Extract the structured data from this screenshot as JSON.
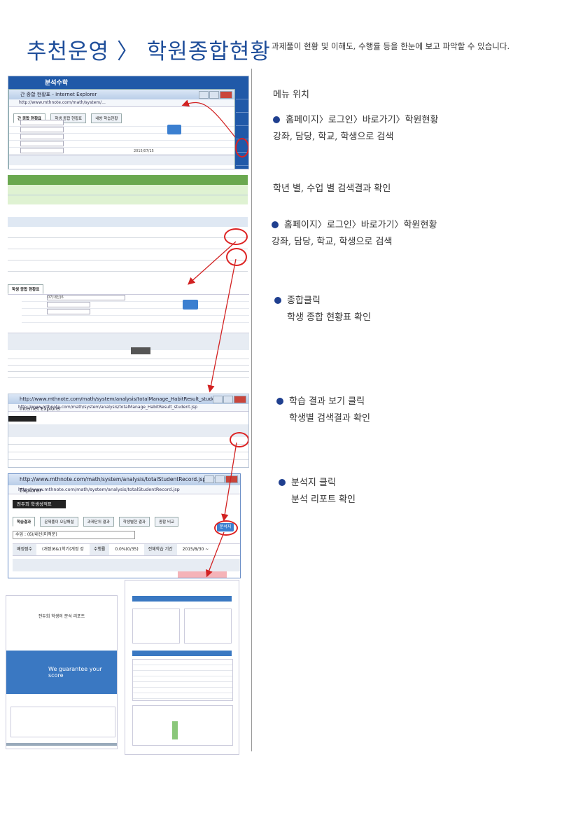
{
  "header": {
    "title": "추천운영 〉 학원종합현황",
    "subtitle": "과제풀이 현황 및 이해도, 수행률 등을 한눈에 보고 파악할 수 있습니다."
  },
  "steps": [
    {
      "lines": [
        "메뉴 위치"
      ],
      "bullet": false
    },
    {
      "lines": [
        "홈페이지〉로그인〉바로가기〉학원현황",
        "강좌, 담당, 학교, 학생으로 검색"
      ],
      "bullet": true
    },
    {
      "lines": [
        "학년 별, 수업 별 검색결과 확인"
      ],
      "bullet": false
    },
    {
      "lines": [
        "홈페이지〉로그인〉바로가기〉학원현황",
        "강좌, 담당, 학교, 학생으로 검색"
      ],
      "bullet": true
    },
    {
      "lines": [
        "종합클릭",
        "학생 종합 현황표 확인"
      ],
      "bullet": true
    },
    {
      "lines": [
        "학습 결과 보기 클릭",
        "학생별 검색결과 확인"
      ],
      "bullet": true
    },
    {
      "lines": [
        "분석지 클릭",
        "분석 리포트 확인"
      ],
      "bullet": true
    }
  ],
  "screens": {
    "s1": {
      "brand": "분석수학",
      "window_title": "간 종합 현황표 - Internet Explorer",
      "url": "http://www.mthnote.com/math/system/...",
      "tabs": [
        "간 종합 현황표",
        "학생 종합 현황표",
        "내방 학습현황"
      ],
      "date": "2015/07/15"
    },
    "s3": {
      "tab": "학생 종합 현황표",
      "search_value": "07(내신)6"
    },
    "s4": {
      "window_title": "http://www.mthnote.com/math/system/analysis/totalManage_HabitResult_student.jsp - Internet Explorer",
      "url": "http://www.mthnote.com/math/system/analysis/totalManage_HabitResult_student.jsp"
    },
    "s5": {
      "window_title": "http://www.mthnote.com/math/system/analysis/totalStudentRecord.jsp - Internet Explorer",
      "url": "http://www.mthnote.com/math/system/analysis/totalStudentRecord.jsp",
      "tab": "전두희 학생성적표",
      "subtabs": [
        "학습결과",
        "문제풀이 오답해설",
        "과제단위 결과",
        "학생별현 결과",
        "종합 비교"
      ],
      "select_value": "수업 : (6)/내신(미적분)",
      "btn": "분석지",
      "row_label_1": "배정점수",
      "row_value_1": "(개정)6&1학기(개정 강",
      "row_label_2": "수행률",
      "row_value_2": "0.0%(0/35)",
      "row_label_3": "전체학습 기간",
      "row_value_3": "2015/8/30 ~"
    },
    "s6": {
      "report_title": "전두희 학생의 분석 리포트",
      "slogan_1": "We guarantee",
      "slogan_2": "your score"
    }
  },
  "colors": {
    "accent": "#1f4e9a",
    "bullet": "#1f3f8f",
    "arrow": "#d22222",
    "oval": "#d22222"
  }
}
